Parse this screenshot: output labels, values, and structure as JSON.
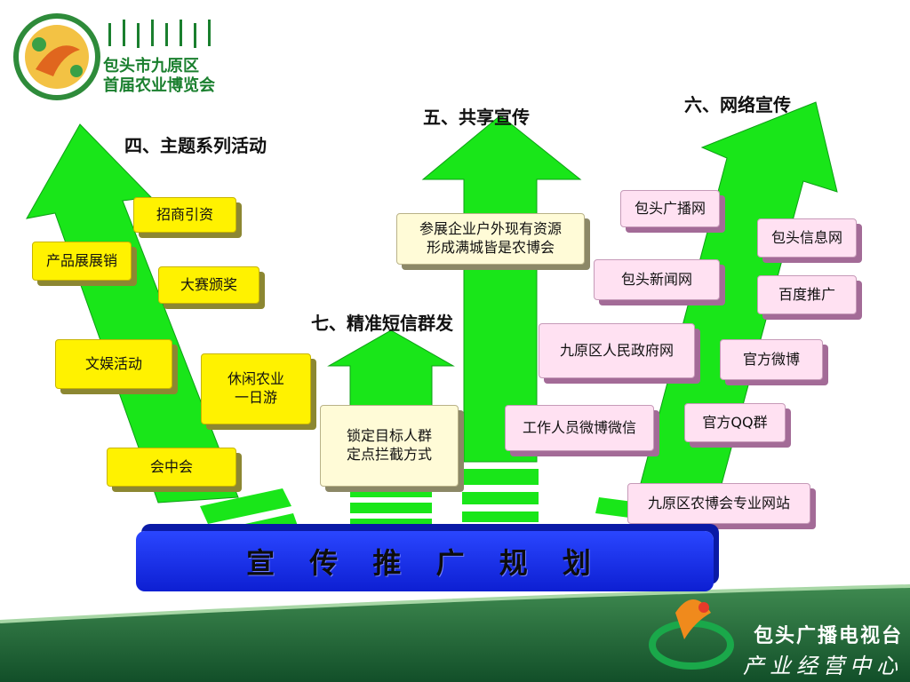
{
  "logo": {
    "name": "包头市九原区\n首届农业博览会"
  },
  "base_title": "宣 传 推 广 规 划",
  "sections": {
    "theme": "四、主题系列活动",
    "share": "五、共享宣传",
    "network": "六、网络宣传",
    "sms": "七、精准短信群发"
  },
  "theme_items": {
    "investment": "招商引资",
    "product_sales": "产品展展销",
    "contest_award": "大赛颁奖",
    "entertainment": "文娱活动",
    "leisure_tour": "休闲农业\n一日游",
    "meeting": "会中会"
  },
  "share_items": {
    "outdoor": "参展企业户外现有资源\n形成满城皆是农博会"
  },
  "sms_items": {
    "targeting": "锁定目标人群\n定点拦截方式"
  },
  "network_items": {
    "baotou_radio": "包头广播网",
    "baotou_info": "包头信息网",
    "baotou_news": "包头新闻网",
    "baidu": "百度推广",
    "gov_site": "九原区人民政府网",
    "weibo": "官方微博",
    "staff_weibo_wechat": "工作人员微博微信",
    "qq_group": "官方QQ群",
    "expo_site": "九原区农博会专业网站"
  },
  "footer": {
    "station": "包头广播电视台",
    "center": "产业经营中心"
  },
  "colors": {
    "arrow_green": "#19e619",
    "base_blue": "#1a33ee",
    "yellow_box": "#fff200",
    "cream_box": "#fffbd7",
    "pink_box": "#ffe1f2",
    "footer_green": "#1e6b38"
  }
}
